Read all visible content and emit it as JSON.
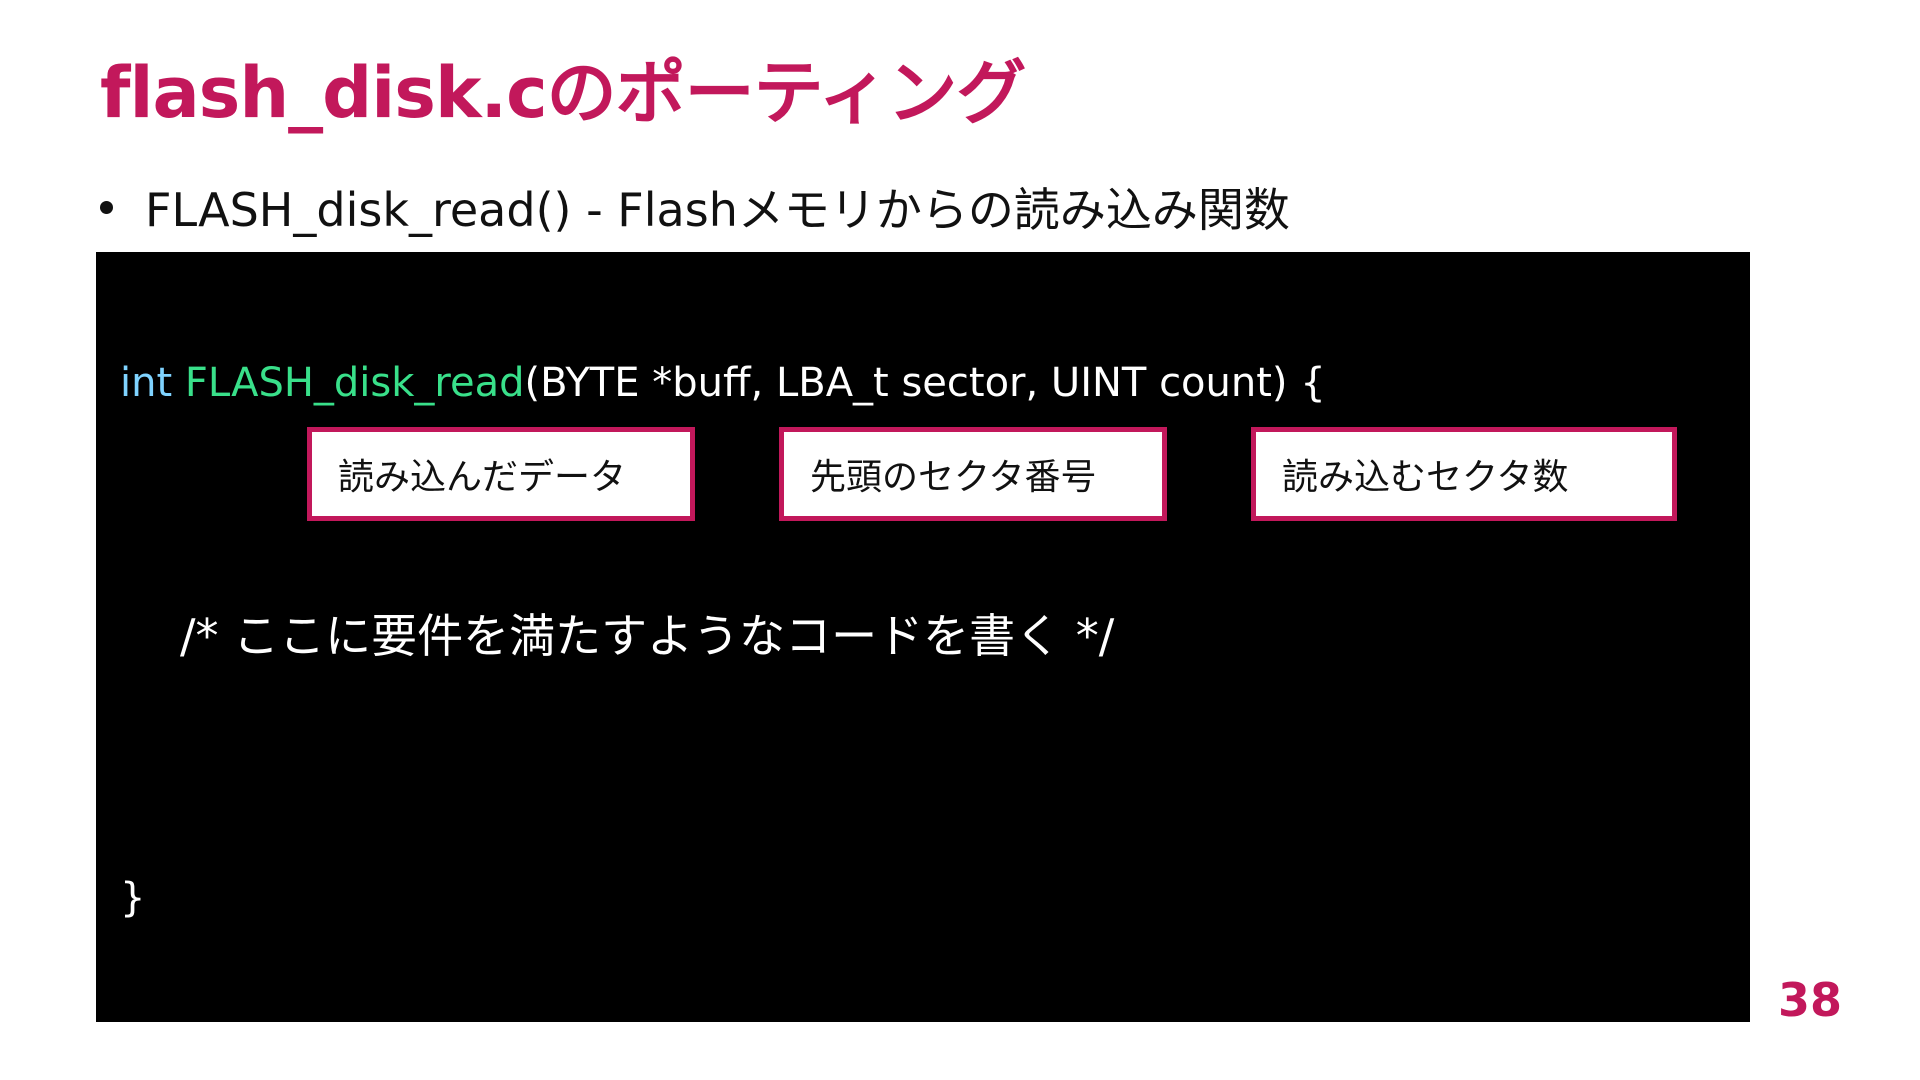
{
  "slide": {
    "title": "flash_disk.cのポーティング",
    "bullet": "FLASH_disk_read() - Flashメモリからの読み込み関数",
    "page_number": "38"
  },
  "code": {
    "keyword": "int",
    "function_name": "FLASH_disk_read",
    "params": "(BYTE *buff, LBA_t sector, UINT count) {",
    "comment": "/* ここに要件を満たすようなコードを書く */",
    "closing_brace": "}"
  },
  "annotations": [
    {
      "label": "読み込んだデータ"
    },
    {
      "label": "先頭のセクタ番号"
    },
    {
      "label": "読み込むセクタ数"
    }
  ],
  "colors": {
    "accent": "#c2185b",
    "keyword": "#7fd3ff",
    "function": "#39e08a",
    "code_background": "#000000"
  }
}
